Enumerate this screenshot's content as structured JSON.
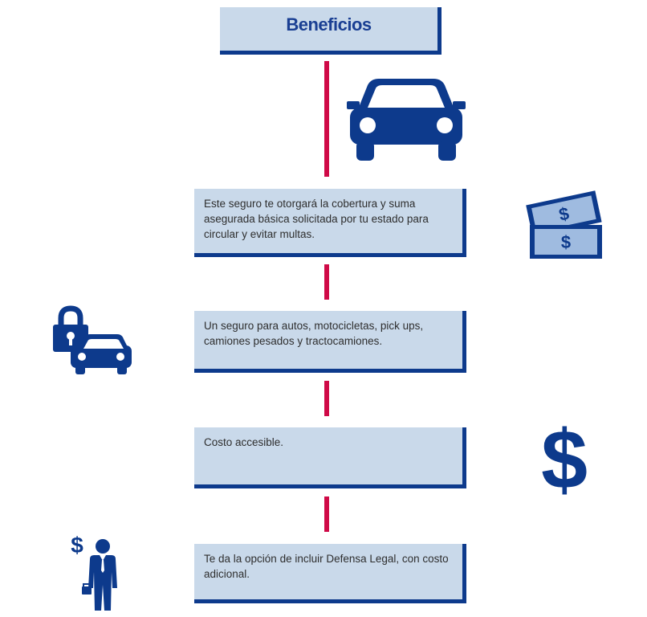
{
  "title": "Beneficios",
  "steps": [
    "Este seguro te otorgará la cobertura y suma asegurada básica solicitada por tu estado para circular y evitar multas.",
    "Un seguro para autos, motocicletas, pick ups, camiones pesados y tractocamiones.",
    "Costo accesible.",
    "Te da la opción de incluir Defensa Legal, con costo adicional."
  ],
  "icon_labels": {
    "dollar_sign": "$"
  },
  "colors": {
    "box_fill": "#c9d9ea",
    "box_shadow": "#0d3a8c",
    "title_text": "#1a3f93",
    "connector": "#cf0a47",
    "icon_blue": "#0d3a8c",
    "bill_light": "#9fbbe0"
  }
}
